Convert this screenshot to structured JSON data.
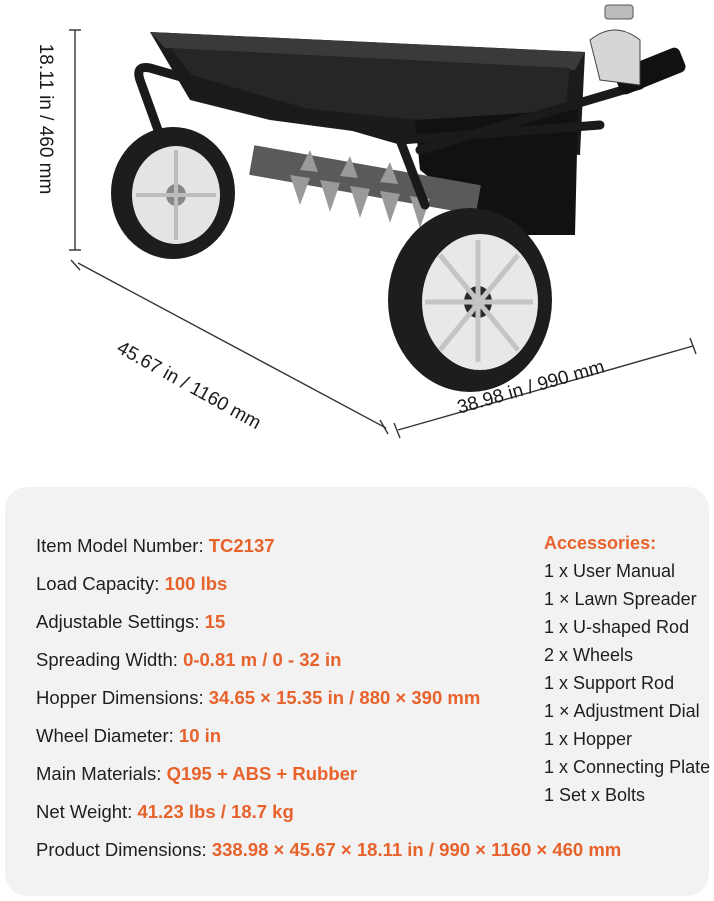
{
  "dimensions": {
    "height": "18.11 in / 460 mm",
    "length": "45.67 in / 1160 mm",
    "width": "38.98 in / 990 mm"
  },
  "specs": [
    {
      "label": "Item Model Number: ",
      "value": "TC2137"
    },
    {
      "label": "Load Capacity: ",
      "value": "100 lbs"
    },
    {
      "label": "Adjustable Settings: ",
      "value": "15"
    },
    {
      "label": "Spreading Width: ",
      "value": "0-0.81 m / 0 - 32 in"
    },
    {
      "label": "Hopper Dimensions: ",
      "value": "34.65 × 15.35 in / 880 × 390 mm"
    },
    {
      "label": "Wheel Diameter: ",
      "value": "10 in"
    },
    {
      "label": "Main Materials: ",
      "value": "Q195 + ABS + Rubber"
    },
    {
      "label": "Net Weight: ",
      "value": "41.23 lbs / 18.7 kg"
    },
    {
      "label": "Product Dimensions: ",
      "value": "338.98 × 45.67 × 18.11 in / 990 × 1160 × 460 mm"
    }
  ],
  "accessories": {
    "title": "Accessories:",
    "items": [
      "1 x User Manual",
      "1 × Lawn Spreader",
      "1 x U-shaped Rod",
      "2 x Wheels",
      "1 x Support Rod",
      "1 × Adjustment Dial",
      "1 x Hopper",
      "1 x Connecting Plate",
      "1 Set x Bolts"
    ]
  },
  "colors": {
    "accent": "#e8622c",
    "card": "#f2f2f2"
  }
}
